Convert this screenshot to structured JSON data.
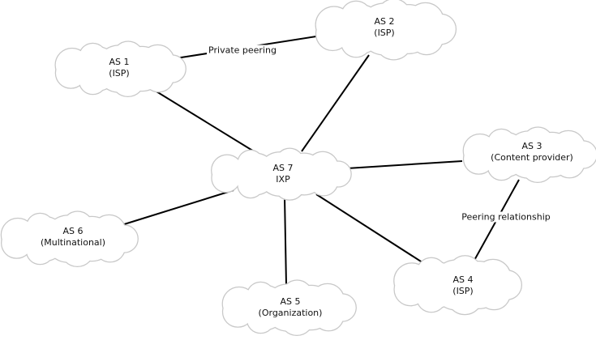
{
  "nodes": [
    {
      "id": "as1",
      "name": "AS 1",
      "role": "(ISP)"
    },
    {
      "id": "as2",
      "name": "AS 2",
      "role": "(ISP)"
    },
    {
      "id": "as3",
      "name": "AS 3",
      "role": "(Content provider)"
    },
    {
      "id": "as4",
      "name": "AS 4",
      "role": "(ISP)"
    },
    {
      "id": "as5",
      "name": "AS 5",
      "role": "(Organization)"
    },
    {
      "id": "as6",
      "name": "AS 6",
      "role": "(Multinational)"
    },
    {
      "id": "as7",
      "name": "AS 7",
      "role": "IXP"
    }
  ],
  "edges": [
    {
      "from": "as1",
      "to": "as2",
      "label": "Private peering"
    },
    {
      "from": "as1",
      "to": "as7",
      "label": ""
    },
    {
      "from": "as2",
      "to": "as7",
      "label": ""
    },
    {
      "from": "as7",
      "to": "as3",
      "label": ""
    },
    {
      "from": "as7",
      "to": "as6",
      "label": ""
    },
    {
      "from": "as7",
      "to": "as5",
      "label": ""
    },
    {
      "from": "as7",
      "to": "as4",
      "label": ""
    },
    {
      "from": "as3",
      "to": "as4",
      "label": "Peering relationship"
    }
  ],
  "colors": {
    "edge": "#000000",
    "cloud_outline": "#c8c8c8",
    "cloud_fill": "#ffffff"
  }
}
